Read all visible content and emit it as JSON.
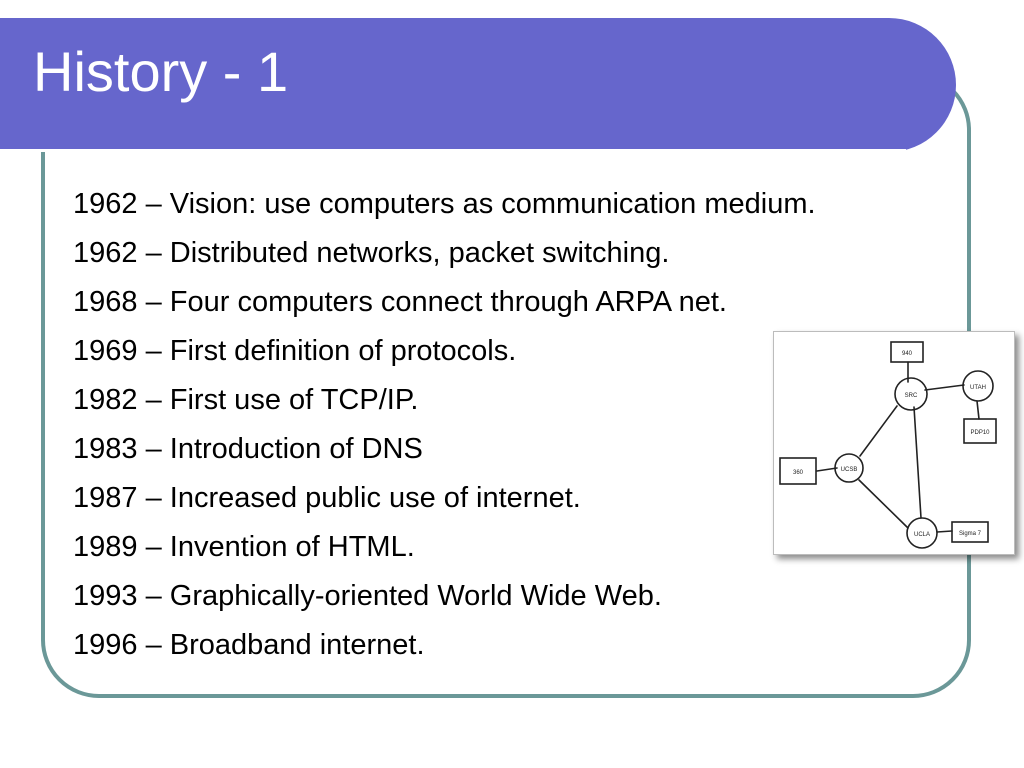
{
  "slide": {
    "title": "History - 1",
    "items": [
      "1962 – Vision: use computers as communication medium.",
      "1962 – Distributed networks, packet switching.",
      "1968 – Four computers connect through ARPA net.",
      "1969 – First definition of protocols.",
      "1982 – First use of TCP/IP.",
      "1983 – Introduction of DNS",
      "1987 – Increased public use of internet.",
      "1989 – Invention of HTML.",
      "1993 – Graphically-oriented World Wide Web.",
      "1996 – Broadband internet."
    ]
  },
  "diagram": {
    "node_labels": [
      "940",
      "SRC",
      "UTAH",
      "PDP10",
      "360",
      "UCSB",
      "UCLA",
      "Sigma 7"
    ]
  },
  "colors": {
    "title_bar": "#6666cc",
    "frame_border": "#6b9898",
    "title_text": "#ffffff",
    "body_text": "#000000"
  }
}
